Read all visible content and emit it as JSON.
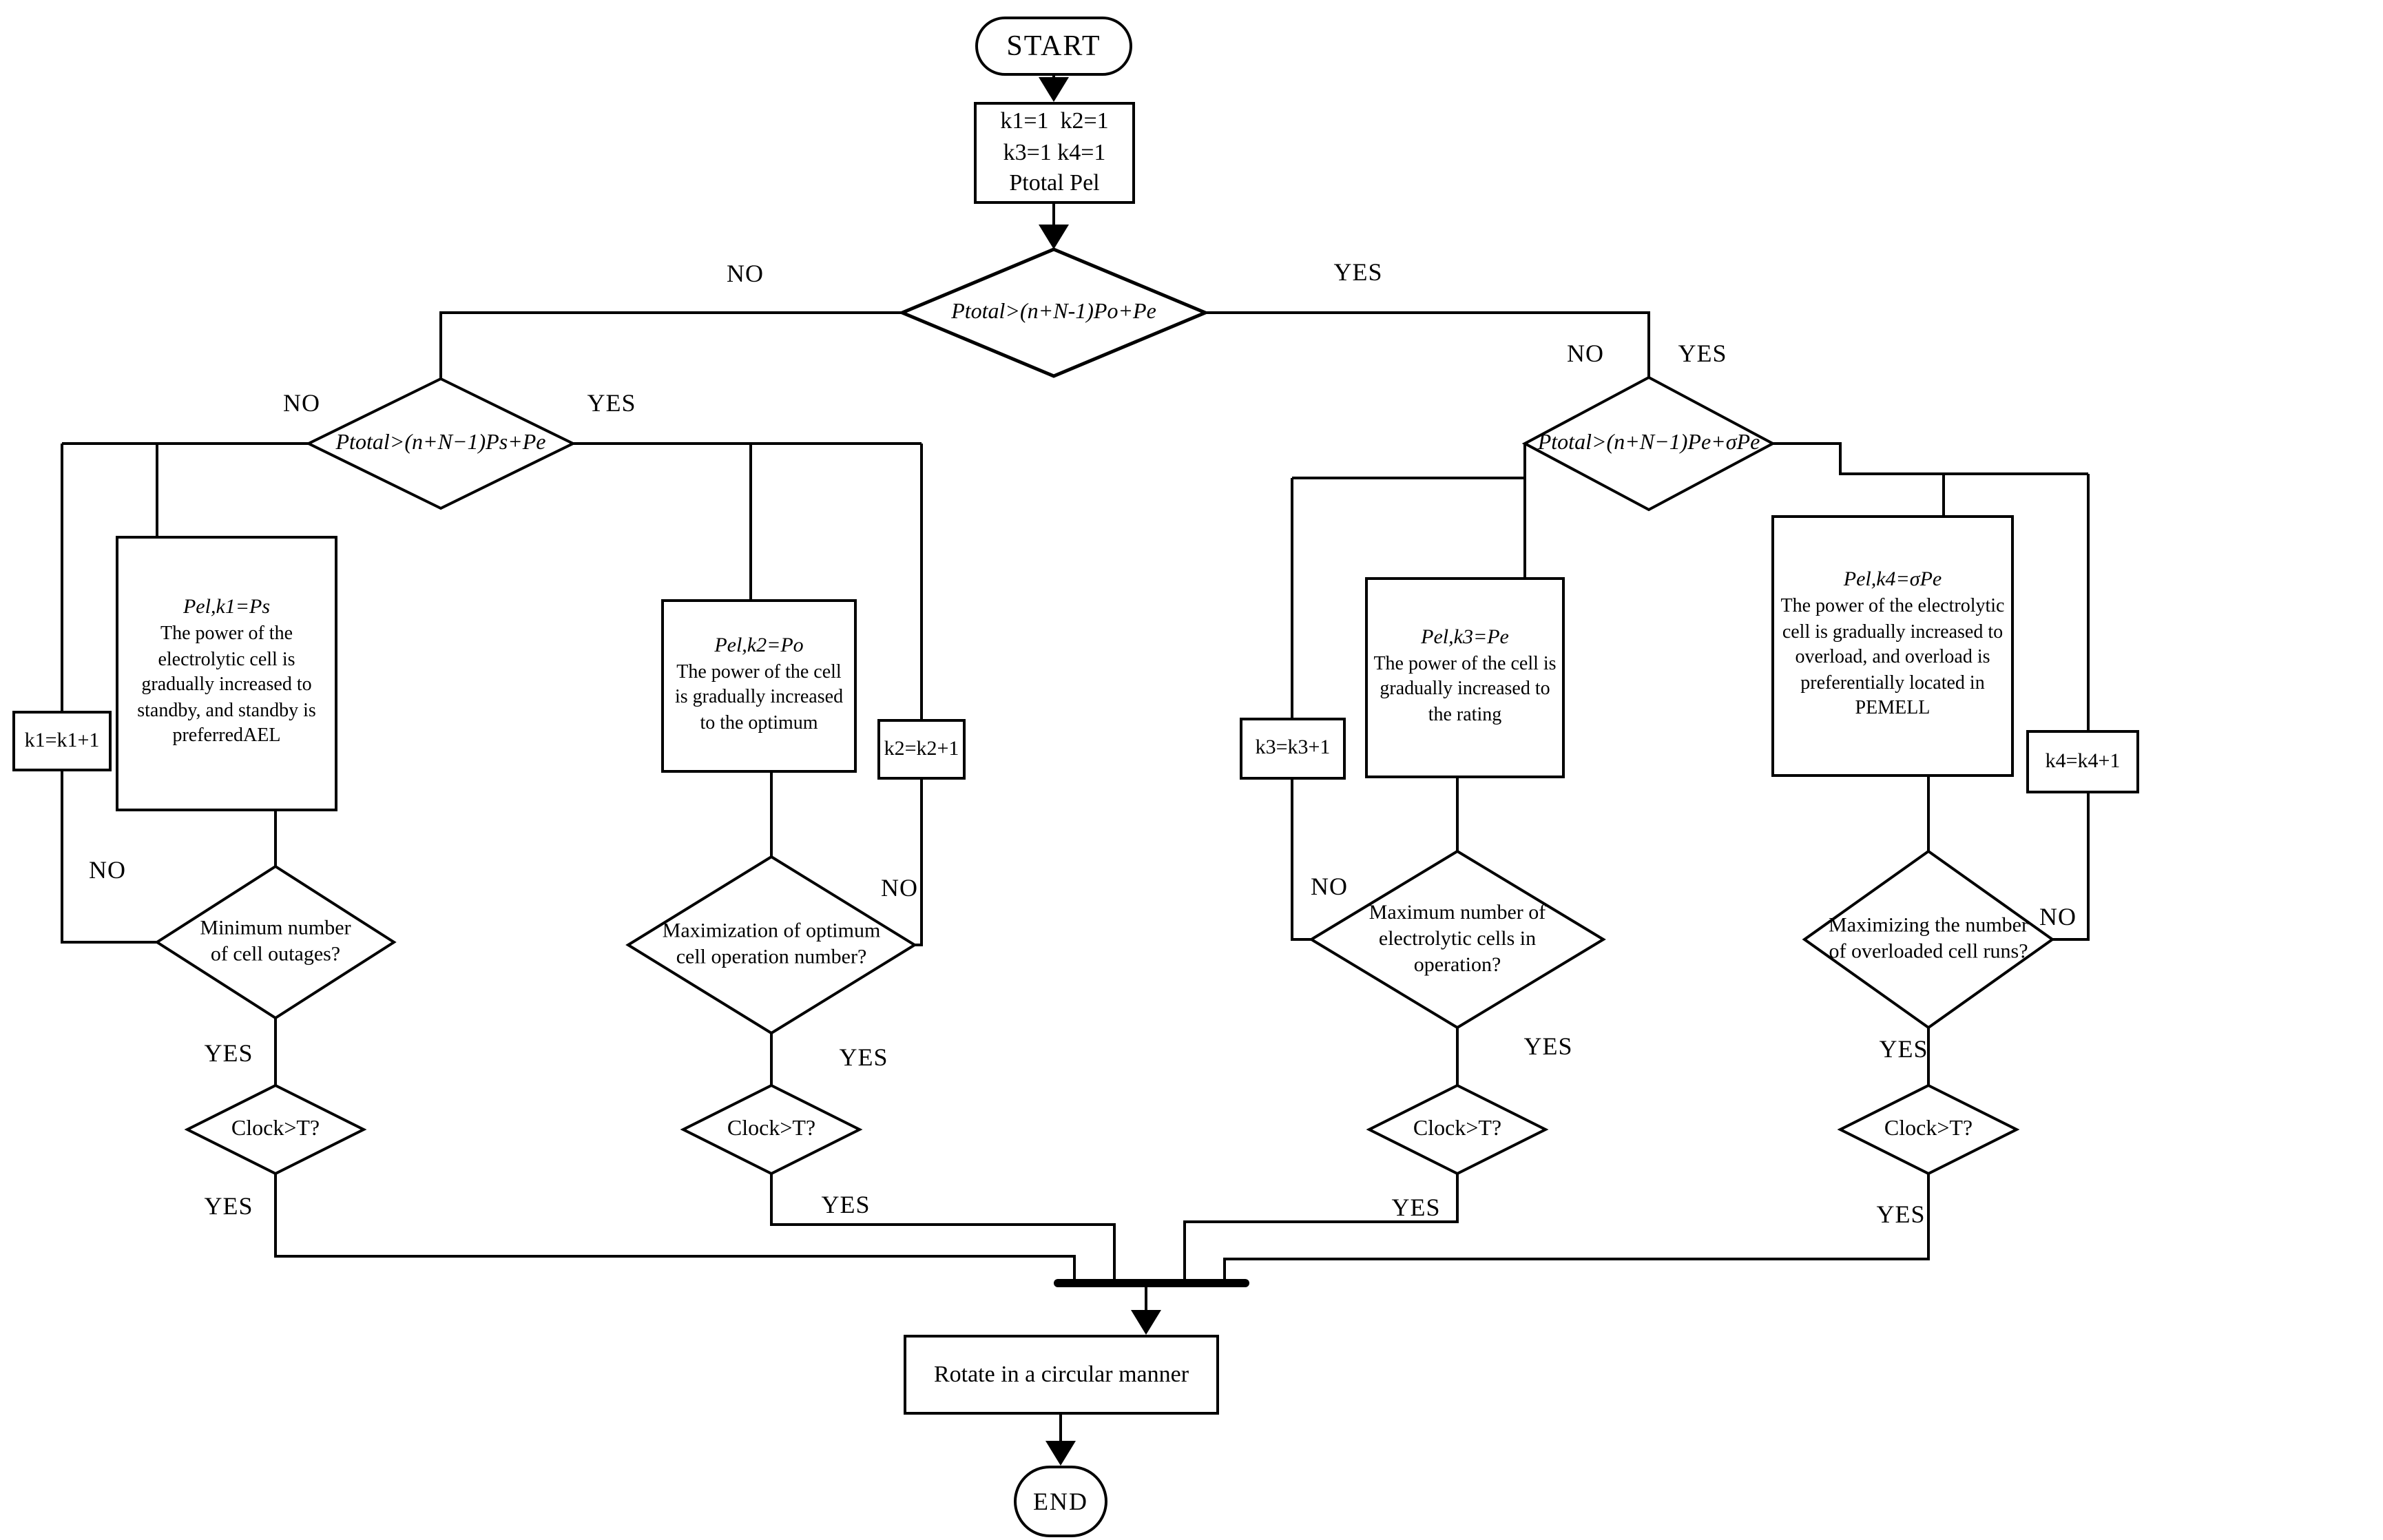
{
  "title": "Electrolytic cell power allocation flowchart",
  "terminals": {
    "start": "START",
    "end": "END"
  },
  "init": {
    "line1": "k1=1  k2=1",
    "line2": "k3=1 k4=1",
    "line3": "Ptotal Pel"
  },
  "decisions": {
    "d1": "Ptotal>(n+N-1)Po+Pe",
    "d2l": "Ptotal>(n+N−1)Ps+Pe",
    "d2r": "Ptotal>(n+N−1)Pe+σPe",
    "dm1": "Minimum number of cell outages?",
    "dm2": "Maximization of optimum cell operation number?",
    "dm3": "Maximum number of electrolytic cells in operation?",
    "dm4": "Maximizing the number of overloaded cell runs?",
    "clock": "Clock>T?"
  },
  "boxes": {
    "p1": {
      "formula": "Pel,k1=Ps",
      "text": "The power of the electrolytic cell is gradually increased to standby, and standby is preferredAEL"
    },
    "p2": {
      "formula": "Pel,k2=Po",
      "text": "The power of the cell is gradually increased to the optimum"
    },
    "p3": {
      "formula": "Pel,k3=Pe",
      "text": "The power of the cell is gradually increased to the rating"
    },
    "p4": {
      "formula": "Pel,k4=σPe",
      "text": "The power of the electrolytic cell is gradually increased to overload, and overload is preferentially located in PEMELL"
    },
    "k1": "k1=k1+1",
    "k2": "k2=k2+1",
    "k3": "k3=k3+1",
    "k4": "k4=k4+1",
    "rotate": "Rotate in a circular manner"
  },
  "labels": {
    "no": "NO",
    "yes": "YES"
  },
  "colors": {
    "line": "#000000",
    "background": "#ffffff",
    "text": "#000000"
  }
}
